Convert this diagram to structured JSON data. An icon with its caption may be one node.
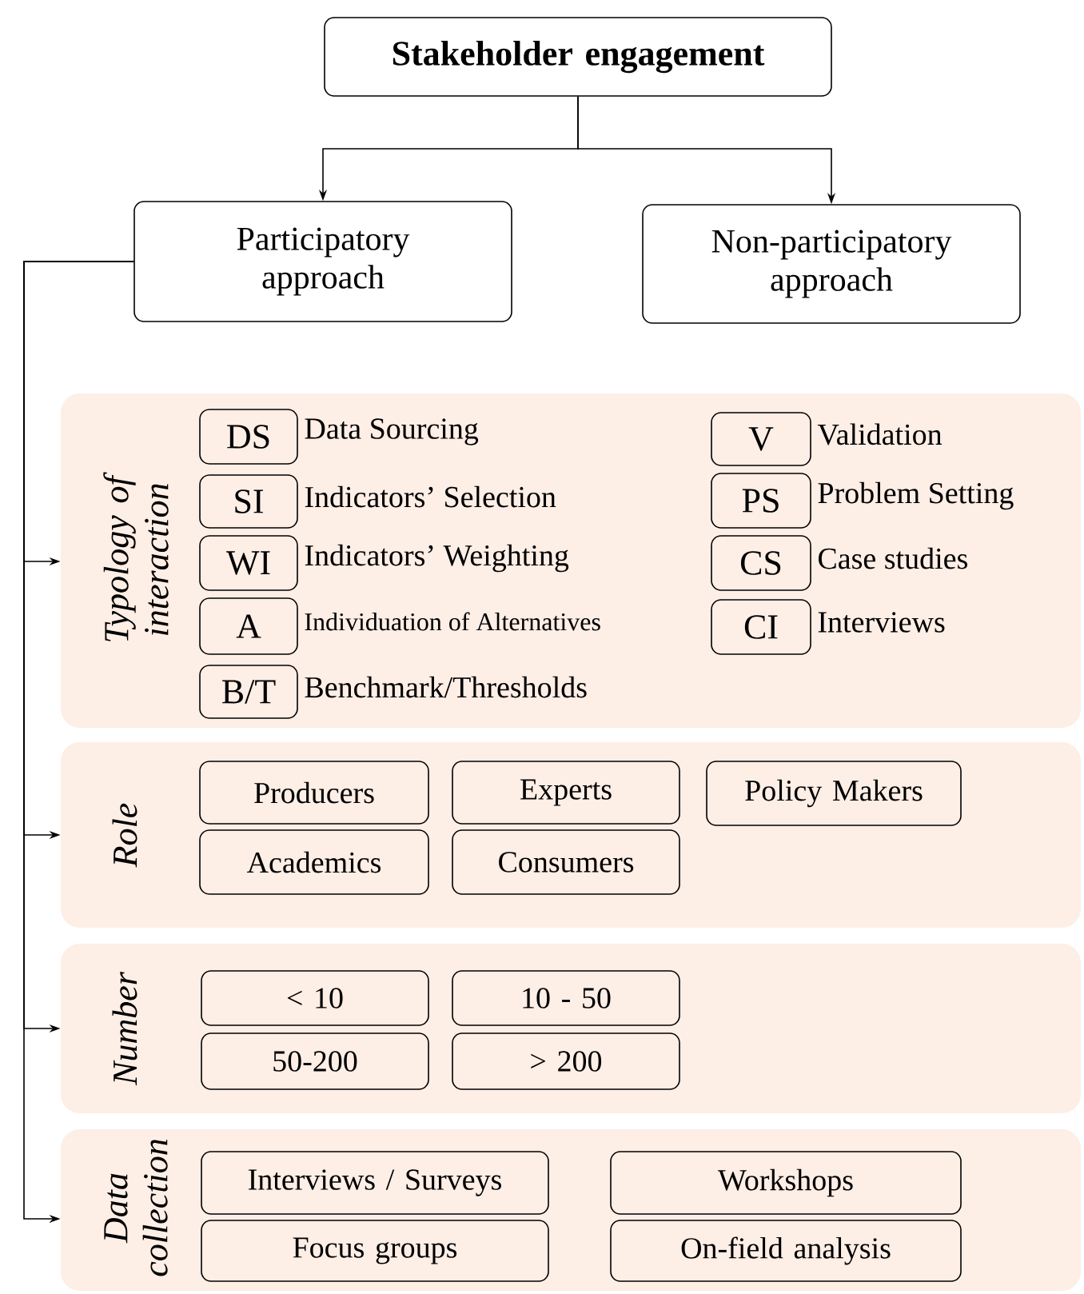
{
  "diagram": {
    "nodes": [
      {
        "text": [
          "Stakeholder engagement"
        ]
      },
      {
        "text": [
          "Participatory approach"
        ]
      },
      {
        "text": [
          "Non-participatory approach"
        ]
      },
      {
        "text": [
          "Typology of interaction"
        ]
      },
      {
        "text": [
          "DS"
        ],
        "in": 3,
        "beside": [
          "Data Sourcing"
        ]
      },
      {
        "text": [
          "V"
        ],
        "in": 3,
        "beside": [
          "Validation"
        ]
      },
      {
        "text": [
          "SI"
        ],
        "in": 3,
        "beside": [
          "Indicators’ Selection"
        ]
      },
      {
        "text": [
          "PS"
        ],
        "in": 3,
        "beside": [
          "Problem Setting"
        ]
      },
      {
        "text": [
          "WI"
        ],
        "in": 3,
        "beside": [
          "Indicators’ Weighting"
        ]
      },
      {
        "text": [
          "CS"
        ],
        "in": 3,
        "beside": [
          "Case studies"
        ]
      },
      {
        "text": [
          "A"
        ],
        "in": 3,
        "beside": [
          "Individuation of Alternatives"
        ]
      },
      {
        "text": [
          "CI"
        ],
        "in": 3,
        "beside": [
          "Interviews"
        ]
      },
      {
        "text": [
          "B/T"
        ],
        "in": 3,
        "beside": [
          "Benchmark/Thresholds"
        ]
      },
      {
        "text": [
          "Role"
        ]
      },
      {
        "text": [
          "Producers"
        ],
        "in": 13
      },
      {
        "text": [
          "Experts"
        ],
        "in": 13
      },
      {
        "text": [
          "Policy Makers"
        ],
        "in": 13
      },
      {
        "text": [
          "Academics"
        ],
        "in": 13
      },
      {
        "text": [
          "Consumers"
        ],
        "in": 13
      },
      {
        "text": [
          "Number"
        ]
      },
      {
        "text": [
          "< 10"
        ],
        "in": 19
      },
      {
        "text": [
          "10 - 50"
        ],
        "in": 19
      },
      {
        "text": [
          "50-200"
        ],
        "in": 19
      },
      {
        "text": [
          "> 200"
        ],
        "in": 19
      },
      {
        "text": [
          "Data collection"
        ]
      },
      {
        "text": [
          "Interviews / Surveys"
        ],
        "in": 24
      },
      {
        "text": [
          "Workshops"
        ],
        "in": 24
      },
      {
        "text": [
          "Focus groups"
        ],
        "in": 24
      },
      {
        "text": [
          "On-field analysis"
        ],
        "in": 24
      }
    ],
    "edges": [
      {
        "from": 0,
        "to": 1,
        "arrow": "to"
      },
      {
        "from": 0,
        "to": 2,
        "arrow": "to"
      },
      {
        "from": 1,
        "to": 3,
        "arrow": "to"
      },
      {
        "from": 1,
        "to": 13,
        "arrow": "to"
      },
      {
        "from": 1,
        "to": 19,
        "arrow": "to"
      },
      {
        "from": 1,
        "to": 24,
        "arrow": "to"
      }
    ]
  }
}
